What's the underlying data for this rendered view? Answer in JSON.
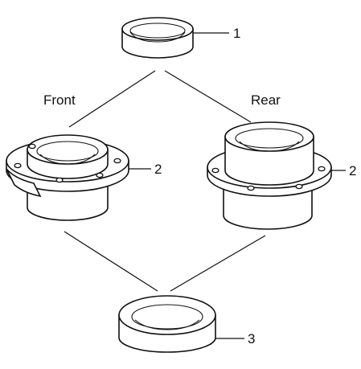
{
  "callouts": {
    "part_1": "1",
    "part_2_front": "2",
    "part_2_rear": "2",
    "part_3": "3"
  },
  "labels": {
    "front": "Front",
    "rear": "Rear"
  }
}
